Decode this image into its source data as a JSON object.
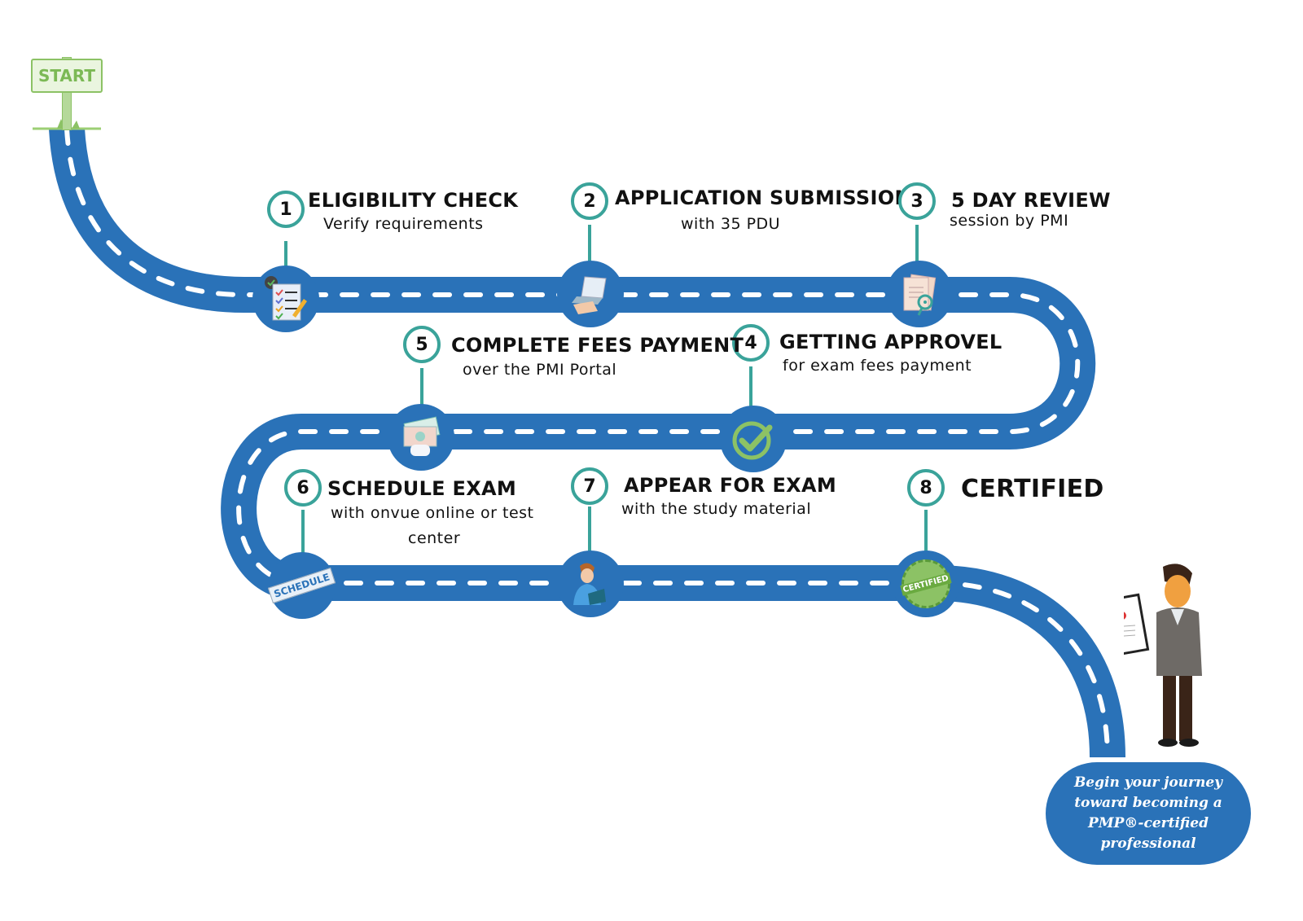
{
  "title": "PMP Certification Roadmap",
  "start_sign": {
    "label": "START"
  },
  "colors": {
    "road": "#2a72b8",
    "badge_ring": "#3aa39a",
    "sign_green": "#8cc265",
    "text": "#111111"
  },
  "steps": [
    {
      "number": "1",
      "title": "ELIGIBILITY CHECK",
      "subtitle": "Verify requirements",
      "icon": "checklist-icon"
    },
    {
      "number": "2",
      "title": "APPLICATION SUBMISSION",
      "subtitle": "with 35 PDU",
      "icon": "laptop-icon"
    },
    {
      "number": "3",
      "title": "5 DAY REVIEW",
      "subtitle": "session by PMI",
      "icon": "document-magnifier-icon"
    },
    {
      "number": "4",
      "title": "GETTING APPROVEL",
      "subtitle": "for exam fees payment",
      "icon": "check-circle-icon"
    },
    {
      "number": "5",
      "title": "COMPLETE FEES PAYMENT",
      "subtitle": "over the PMI Portal",
      "icon": "cash-payment-icon"
    },
    {
      "number": "6",
      "title": "SCHEDULE EXAM",
      "subtitle_line1": "with onvue online or test",
      "subtitle_line2": "center",
      "icon": "schedule-icon",
      "icon_text": "SCHEDULE"
    },
    {
      "number": "7",
      "title": "APPEAR FOR EXAM",
      "subtitle": "with the study material",
      "icon": "student-reading-icon"
    },
    {
      "number": "8",
      "title": "CERTIFIED",
      "icon": "certified-stamp-icon",
      "icon_text": "CERTIFIED"
    }
  ],
  "final": {
    "lines": [
      "Begin your journey",
      "toward becoming a",
      "PMP®-certified",
      "professional"
    ],
    "icon": "person-with-certificate-icon"
  }
}
